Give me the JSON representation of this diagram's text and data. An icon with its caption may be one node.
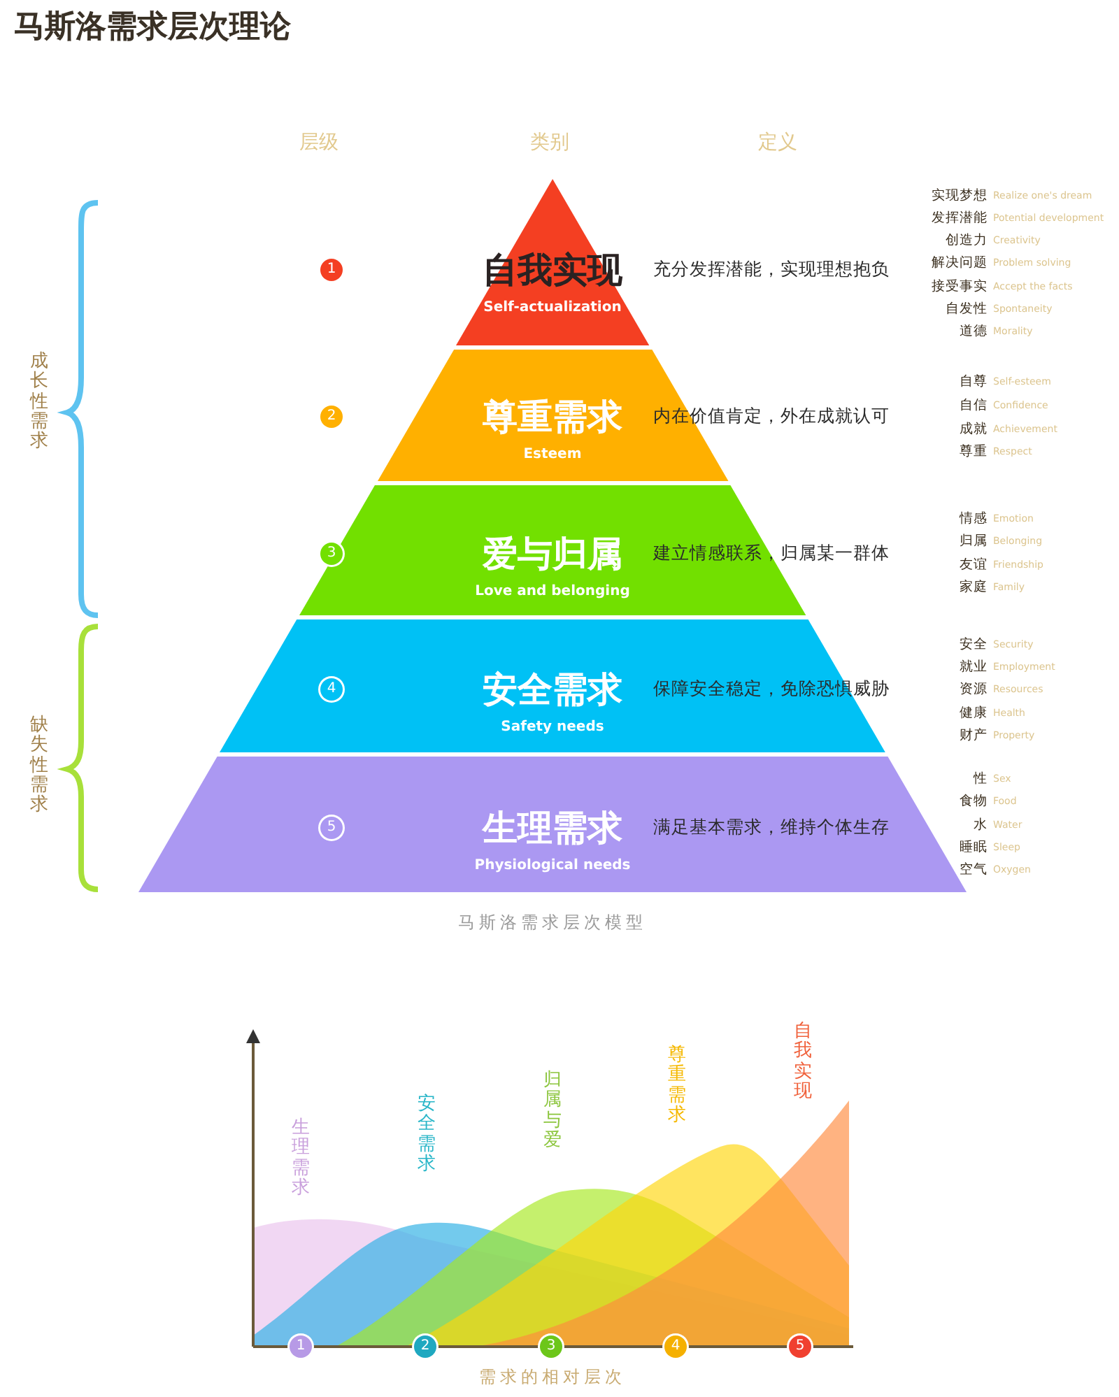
{
  "diagram": {
    "title": "马斯洛需求层次理论",
    "caption": "马斯洛需求层次模型",
    "nodes": [
      {
        "text": [
          "自我实现",
          "Self-actualization",
          "充分发挥潜能，实现理想抱负"
        ]
      },
      {
        "text": [
          "尊重需求",
          "Esteem",
          "内在价值肯定，外在成就认可"
        ]
      },
      {
        "text": [
          "爱与归属",
          "Love and belonging",
          "建立情感联系，归属某一群体"
        ]
      },
      {
        "text": [
          "安全需求",
          "Safety needs",
          "保障安全稳定，免除恐惧威胁"
        ]
      },
      {
        "text": [
          "生理需求",
          "Physiological needs",
          "满足基本需求，维持个体生存"
        ]
      }
    ],
    "labels": [
      "层级",
      "类别",
      "定义",
      "成长性需求",
      "缺失性需求",
      "1",
      "2",
      "3",
      "4",
      "5",
      "实现梦想",
      "Realize one's dream",
      "发挥潜能",
      "Potential development",
      "创造力",
      "Creativity",
      "解决问题",
      "Problem solving",
      "接受事实",
      "Accept the facts",
      "自发性",
      "Spontaneity",
      "道德",
      "Morality",
      "自尊",
      "Self-esteem",
      "自信",
      "Confidence",
      "成就",
      "Achievement",
      "尊重",
      "Respect",
      "情感",
      "Emotion",
      "归属",
      "Belonging",
      "友谊",
      "Friendship",
      "家庭",
      "Family",
      "安全",
      "Security",
      "就业",
      "Employment",
      "资源",
      "Resources",
      "健康",
      "Health",
      "财产",
      "Property",
      "性",
      "Sex",
      "食物",
      "Food",
      "水",
      "Water",
      "睡眠",
      "Sleep",
      "空气",
      "Oxygen",
      "生理需求",
      "安全需求",
      "归属与爱",
      "尊重需求",
      "自我实现",
      "1",
      "2",
      "3",
      "4",
      "5",
      "需求的相对层次"
    ]
  }
}
